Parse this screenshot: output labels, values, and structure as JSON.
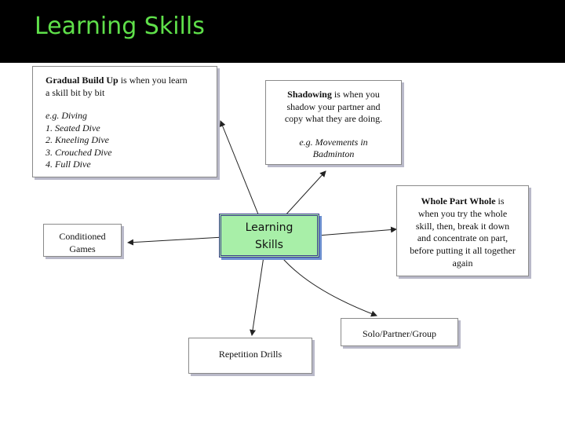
{
  "title": "Learning Skills",
  "center": {
    "line1": "Learning",
    "line2": "Skills"
  },
  "gradual": {
    "term": "Gradual Build Up",
    "desc_line1": " is when you learn",
    "desc_line2": "a skill bit by bit",
    "example_label": "e.g.  Diving",
    "items": [
      "1.  Seated Dive",
      "2.  Kneeling Dive",
      "3.  Crouched Dive",
      "4.  Full Dive"
    ]
  },
  "shadowing": {
    "term": "Shadowing",
    "desc_line1": " is when you",
    "desc_line2": "shadow your partner and",
    "desc_line3": "copy what they are doing.",
    "example_line1": "e.g. Movements in",
    "example_line2": "Badminton"
  },
  "conditioned": {
    "line1": "Conditioned",
    "line2": "Games"
  },
  "wpw": {
    "term": "Whole Part Whole",
    "desc_line1": " is",
    "lines": [
      "when you try the whole",
      "skill, then, break it down",
      "and concentrate on part,",
      "before putting it all together",
      "again"
    ]
  },
  "solo": {
    "label": "Solo/Partner/Group"
  },
  "repetition": {
    "label": "Repetition Drills"
  }
}
